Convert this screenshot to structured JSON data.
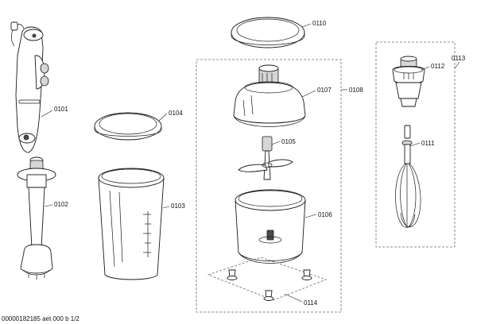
{
  "diagram": {
    "footer_text": "00000182185 aet 000 b 1/2",
    "callouts": {
      "c0101": "0101",
      "c0102": "0102",
      "c0103": "0103",
      "c0104": "0104",
      "c0105": "0105",
      "c0106": "0106",
      "c0107": "0107",
      "c0108": "0108",
      "c0110": "0110",
      "c0111": "0111",
      "c0112": "0112",
      "c0113": "0113",
      "c0114": "0114"
    }
  }
}
